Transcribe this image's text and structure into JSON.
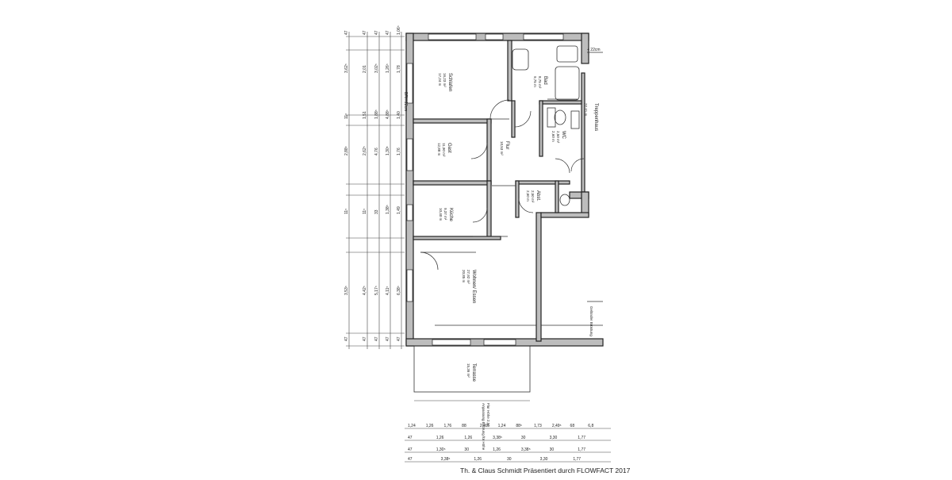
{
  "rooms": [
    {
      "id": "schlafen",
      "name": "Schlafen",
      "area": "16,23 m²",
      "detail": "17,24 m"
    },
    {
      "id": "bad",
      "name": "Bad",
      "area": "8,75 m²",
      "detail": "9,75 m"
    },
    {
      "id": "gast",
      "name": "Gast",
      "area": "11,90 m²",
      "detail": "12,88 m"
    },
    {
      "id": "flur",
      "name": "Flur",
      "area": "10,53 m²",
      "detail": ""
    },
    {
      "id": "wc",
      "name": "WC",
      "area": "2,50 m²",
      "detail": "2,60 m"
    },
    {
      "id": "treppenhaus",
      "name": "Treppenhaus",
      "area": "",
      "detail": "27,71 m"
    },
    {
      "id": "kueche",
      "name": "Küche",
      "area": "9,37 m²",
      "detail": "10,40 m"
    },
    {
      "id": "abst",
      "name": "Abst.",
      "area": "2,50 m²",
      "detail": "2,60 m"
    },
    {
      "id": "wohnen",
      "name": "Wohnen/ Essen",
      "area": "27,92 m²",
      "detail": "20,85 m"
    },
    {
      "id": "terrasse",
      "name": "Terrasse",
      "area": "15,36 m²",
      "detail": ""
    }
  ],
  "labels": {
    "brh": "BRH 22cm",
    "stair_note": "Geländer Brüstung",
    "bottom_note": "Anpassung Bohrung für Höhe",
    "bottom_note2": "Flur Höhe 2,50"
  },
  "dims_left_col1": [
    "47",
    "3,62⁵",
    "11⁵",
    "2,88⁵",
    "11⁵",
    "3,53⁵",
    "47"
  ],
  "dims_left_col2": [
    "47",
    "2,01",
    "1,51",
    "2,62⁵",
    "11⁵",
    "4,42⁵",
    "47"
  ],
  "dims_left_col3": [
    "47",
    "3,02⁵",
    "1,88⁵",
    "4,76",
    "33",
    "5,17⁵",
    "47"
  ],
  "dims_left_col4": [
    "47",
    "1,26⁵",
    "4,88⁵",
    "1,30⁵",
    "1,38⁵",
    "4,11⁵",
    "47"
  ],
  "dims_left_col5": [
    "1,06⁵",
    "1,78",
    "1,40",
    "1,76",
    "1,49",
    "6,38⁵",
    "47"
  ],
  "dims_bottom_row1": [
    "1,24",
    "1,26",
    "1,76",
    "88",
    "2,49⁵",
    "1,24",
    "88⁵",
    "1,73",
    "2,49⁵",
    "68",
    "6,8"
  ],
  "dims_bottom_row2": [
    "47",
    "1,26",
    "1,26",
    "3,38⁵",
    "30",
    "3,30",
    "1,77"
  ],
  "dims_bottom_row3": [
    "47",
    "1,30⁵",
    "30",
    "1,26",
    "3,38⁵",
    "30",
    "1,77"
  ],
  "dims_bottom_row4": [
    "47",
    "3,38⁵",
    "1,26",
    "30",
    "3,30",
    "1,77"
  ],
  "top_mark": "+ 22cm",
  "credit": "Th. & Claus Schmidt Präsentiert durch FLOWFACT 2017"
}
